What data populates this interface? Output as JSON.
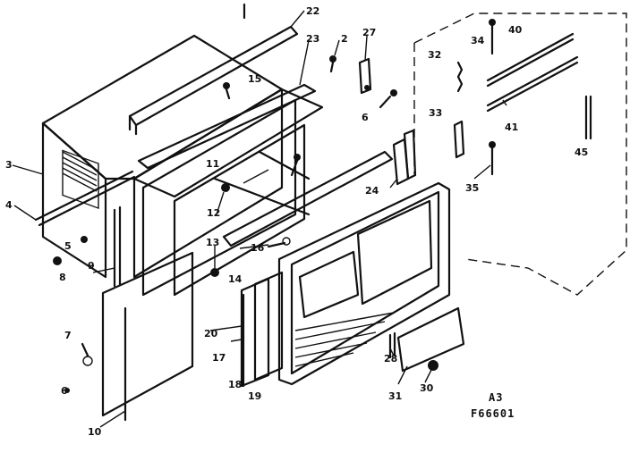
{
  "diagram": {
    "callouts": [
      "22",
      "23",
      "2",
      "27",
      "34",
      "40",
      "32",
      "15",
      "3",
      "6",
      "33",
      "11",
      "41",
      "4",
      "45",
      "12",
      "24",
      "35",
      "13",
      "5",
      "16",
      "8",
      "9",
      "14",
      "7",
      "20",
      "17",
      "18",
      "19",
      "28",
      "31",
      "30",
      "10",
      "6"
    ],
    "sheet_code": "A3",
    "drawing_number": "F66601"
  }
}
